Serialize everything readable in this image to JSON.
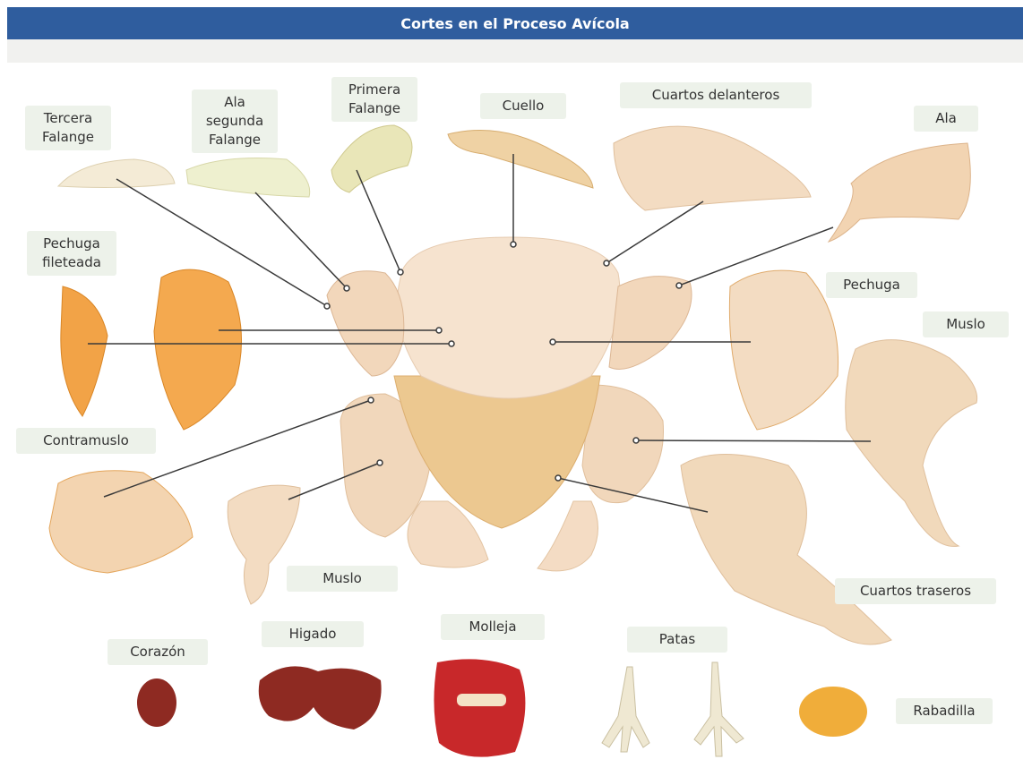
{
  "title": "Cortes en el Proceso Avícola",
  "labels": {
    "tercera_falange": "Tercera\nFalange",
    "ala_segunda_falange": "Ala\nsegunda\nFalange",
    "primera_falange": "Primera\nFalange",
    "cuello": "Cuello",
    "cuartos_delanteros": "Cuartos delanteros",
    "ala": "Ala",
    "pechuga_fileteada": "Pechuga\nfileteada",
    "pechuga": "Pechuga",
    "muslo_right": "Muslo",
    "contramuslo": "Contramuslo",
    "muslo_bottom": "Muslo",
    "cuartos_traseros": "Cuartos traseros",
    "corazon": "Corazón",
    "higado": "Higado",
    "molleja": "Molleja",
    "patas": "Patas",
    "rabadilla": "Rabadilla"
  },
  "colors": {
    "header": "#2f5d9e",
    "label_bg": "#edf2ea",
    "meat": "#f3dcc2",
    "meat_dark": "#e9bf8e",
    "fillet": "#f2a347",
    "organ": "#8e2a22",
    "gizzard": "#c8282a"
  }
}
